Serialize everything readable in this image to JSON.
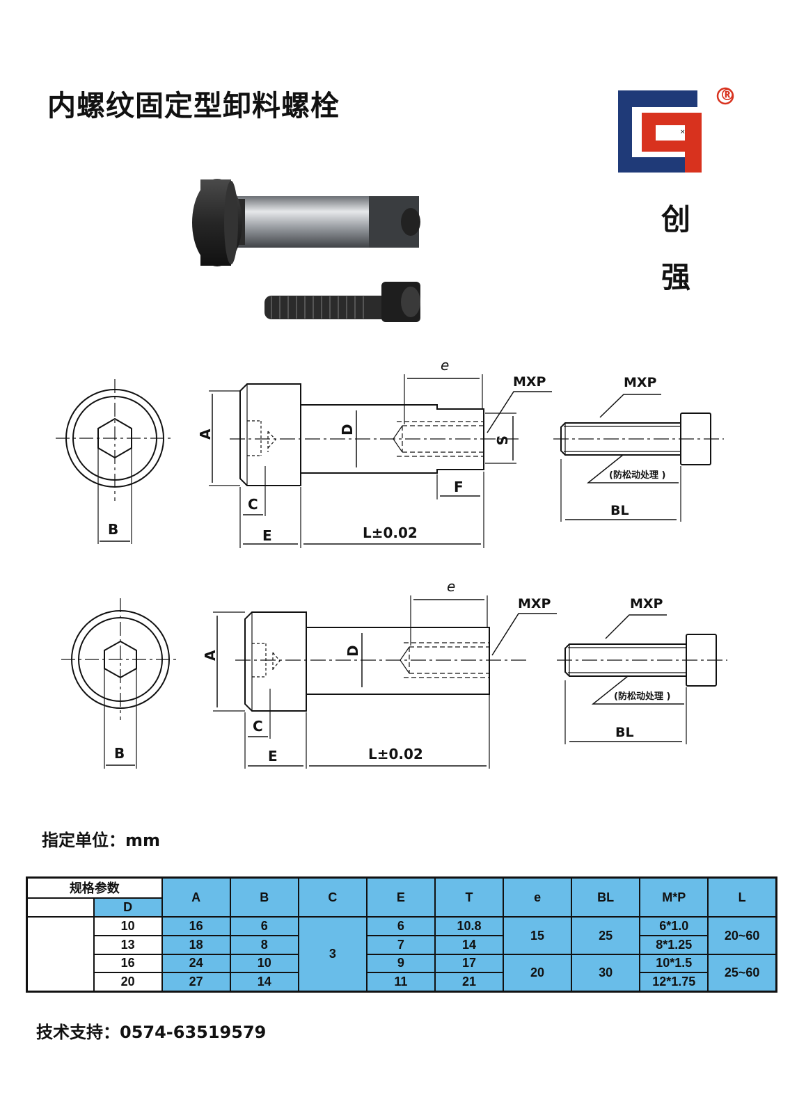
{
  "title": "内螺纹固定型卸料螺栓",
  "brand": {
    "name_chars": [
      "创",
      "强"
    ],
    "registered_mark": "®",
    "logo_colors": {
      "outer": "#1f3a78",
      "inner": "#d8321e"
    }
  },
  "diagram_labels": {
    "A": "A",
    "B": "B",
    "C": "C",
    "D": "D",
    "E": "E",
    "F": "F",
    "S": "S",
    "e": "e",
    "L": "L±0.02",
    "MXP": "MXP",
    "BL": "BL",
    "anti_loose": "(防松动处理 )"
  },
  "unit_label": "指定单位：mm",
  "support_label": "技术支持：0574-63519579",
  "table": {
    "corner_top": "规格参数",
    "corner_bottom": "D",
    "headers": [
      "A",
      "B",
      "C",
      "E",
      "T",
      "e",
      "BL",
      "M*P",
      "L"
    ],
    "rows": [
      {
        "D": "10",
        "A": "16",
        "B": "6",
        "E": "6",
        "T": "10.8",
        "MP": "6*1.0"
      },
      {
        "D": "13",
        "A": "18",
        "B": "8",
        "E": "7",
        "T": "14",
        "MP": "8*1.25"
      },
      {
        "D": "16",
        "A": "24",
        "B": "10",
        "E": "9",
        "T": "17",
        "MP": "10*1.5"
      },
      {
        "D": "20",
        "A": "27",
        "B": "14",
        "E": "11",
        "T": "21",
        "MP": "12*1.75"
      }
    ],
    "merged": {
      "C": "3",
      "e_top": "15",
      "e_bottom": "20",
      "BL_top": "25",
      "BL_bottom": "30",
      "L_top": "20~60",
      "L_bottom": "25~60"
    },
    "colors": {
      "blue": "#69bde9"
    }
  }
}
